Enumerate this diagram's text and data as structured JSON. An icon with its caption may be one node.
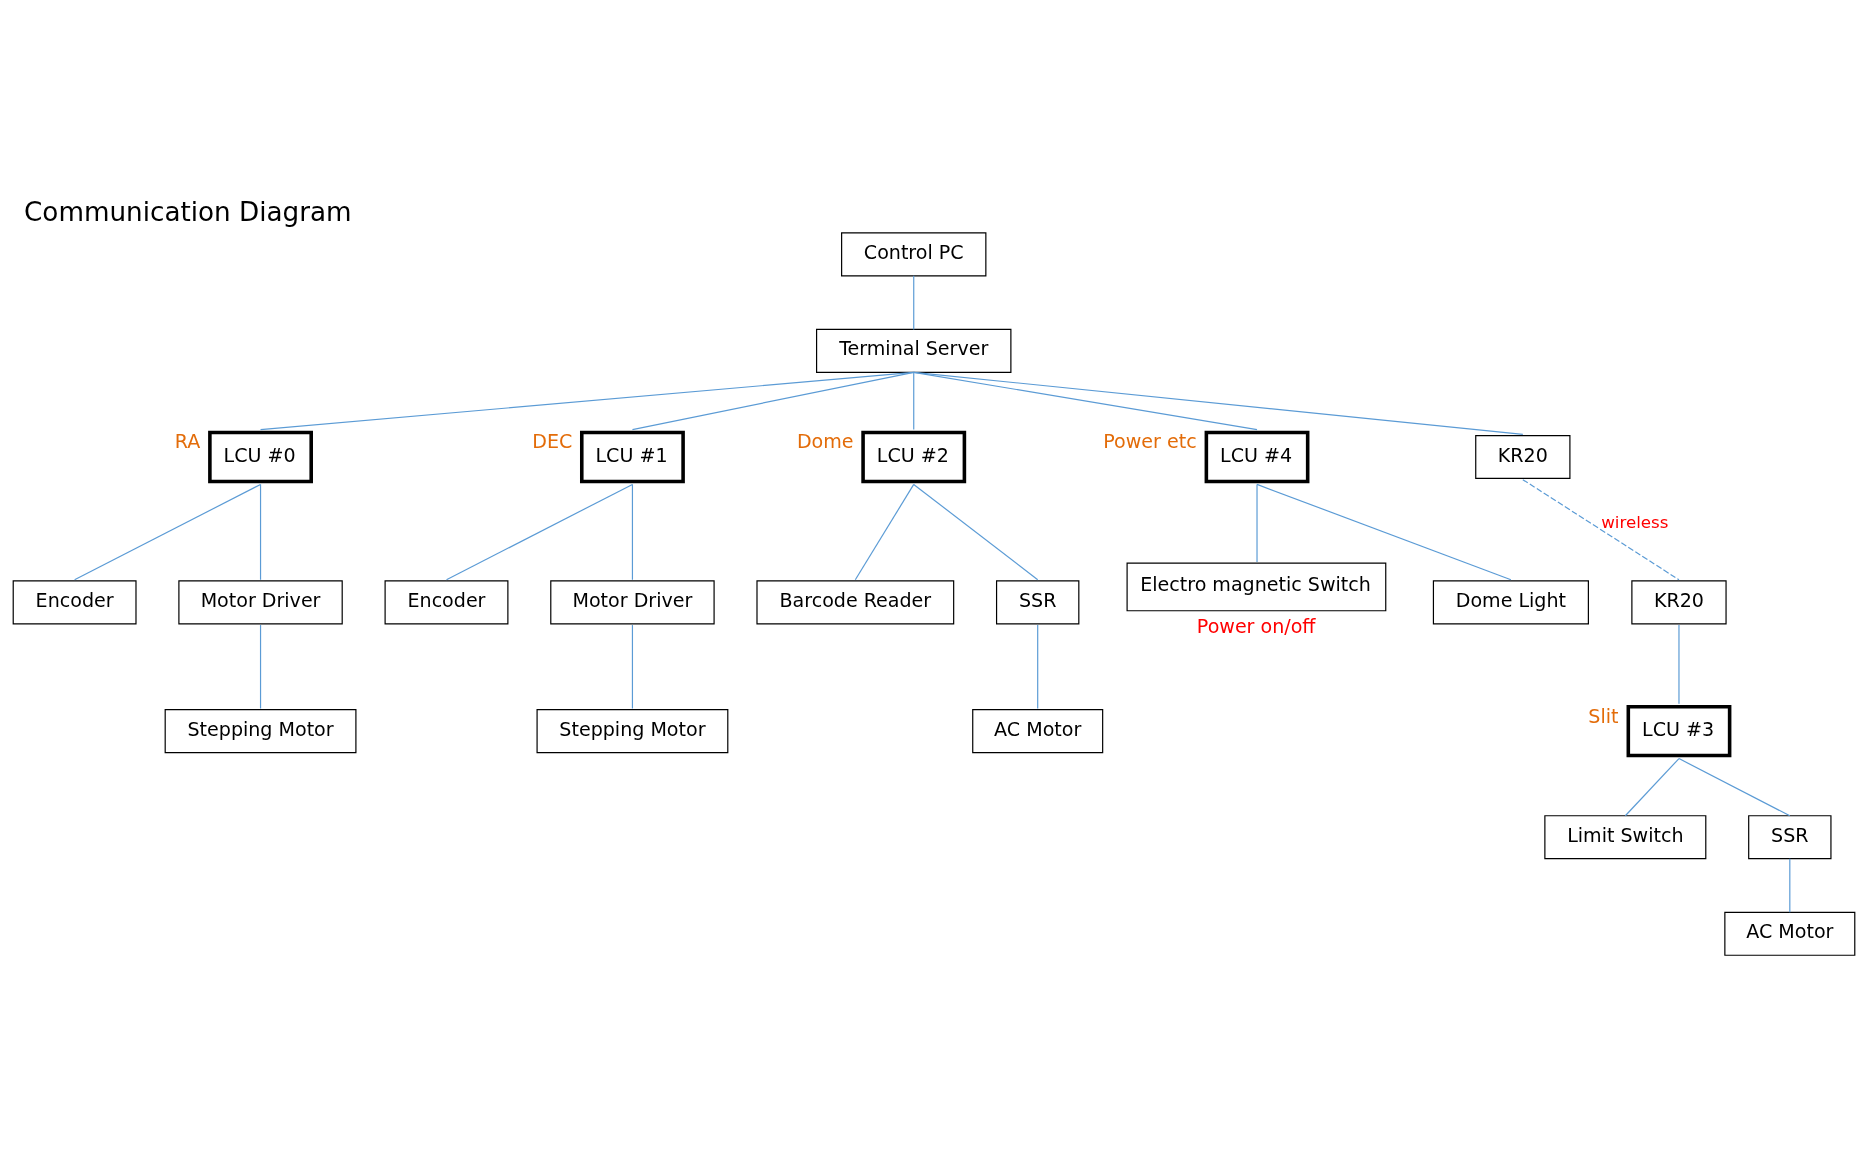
{
  "diagram": {
    "title": "Communication Diagram",
    "nodes": [
      {
        "text": [
          "Control PC"
        ]
      },
      {
        "text": [
          "Terminal Server"
        ]
      },
      {
        "text": [
          "LCU #0"
        ],
        "beside": [
          "RA"
        ]
      },
      {
        "text": [
          "LCU #1"
        ],
        "beside": [
          "DEC"
        ]
      },
      {
        "text": [
          "LCU #2"
        ],
        "beside": [
          "Dome"
        ]
      },
      {
        "text": [
          "LCU #4"
        ],
        "beside": [
          "Power etc"
        ]
      },
      {
        "text": [
          "KR20"
        ]
      },
      {
        "text": [
          "KR20"
        ]
      },
      {
        "text": [
          "LCU #3"
        ],
        "beside": [
          "Slit"
        ]
      },
      {
        "text": [
          "Encoder"
        ]
      },
      {
        "text": [
          "Motor Driver"
        ]
      },
      {
        "text": [
          "Stepping Motor"
        ]
      },
      {
        "text": [
          "Encoder"
        ]
      },
      {
        "text": [
          "Motor Driver"
        ]
      },
      {
        "text": [
          "Stepping Motor"
        ]
      },
      {
        "text": [
          "Barcode Reader"
        ]
      },
      {
        "text": [
          "SSR"
        ]
      },
      {
        "text": [
          "AC Motor"
        ]
      },
      {
        "text": [
          "Electro magnetic Switch"
        ],
        "beside": [
          "Power on/off"
        ]
      },
      {
        "text": [
          "Dome Light"
        ]
      },
      {
        "text": [
          "Limit Switch"
        ]
      },
      {
        "text": [
          "SSR"
        ]
      },
      {
        "text": [
          "AC Motor"
        ]
      }
    ],
    "edges": [
      {
        "from": 0,
        "to": 1,
        "arrow": "none"
      },
      {
        "from": 1,
        "to": 2,
        "arrow": "none"
      },
      {
        "from": 1,
        "to": 3,
        "arrow": "none"
      },
      {
        "from": 1,
        "to": 4,
        "arrow": "none"
      },
      {
        "from": 1,
        "to": 5,
        "arrow": "none"
      },
      {
        "from": 1,
        "to": 6,
        "arrow": "none"
      },
      {
        "from": 6,
        "to": 7,
        "arrow": "none",
        "label": "wireless",
        "style": "dashed"
      },
      {
        "from": 7,
        "to": 8,
        "arrow": "none"
      },
      {
        "from": 2,
        "to": 9,
        "arrow": "none"
      },
      {
        "from": 2,
        "to": 10,
        "arrow": "none"
      },
      {
        "from": 10,
        "to": 11,
        "arrow": "none"
      },
      {
        "from": 3,
        "to": 12,
        "arrow": "none"
      },
      {
        "from": 3,
        "to": 13,
        "arrow": "none"
      },
      {
        "from": 13,
        "to": 14,
        "arrow": "none"
      },
      {
        "from": 4,
        "to": 15,
        "arrow": "none"
      },
      {
        "from": 4,
        "to": 16,
        "arrow": "none"
      },
      {
        "from": 16,
        "to": 17,
        "arrow": "none"
      },
      {
        "from": 5,
        "to": 18,
        "arrow": "none"
      },
      {
        "from": 5,
        "to": 19,
        "arrow": "none"
      },
      {
        "from": 8,
        "to": 20,
        "arrow": "none"
      },
      {
        "from": 8,
        "to": 21,
        "arrow": "none"
      },
      {
        "from": 21,
        "to": 22,
        "arrow": "none"
      }
    ]
  }
}
